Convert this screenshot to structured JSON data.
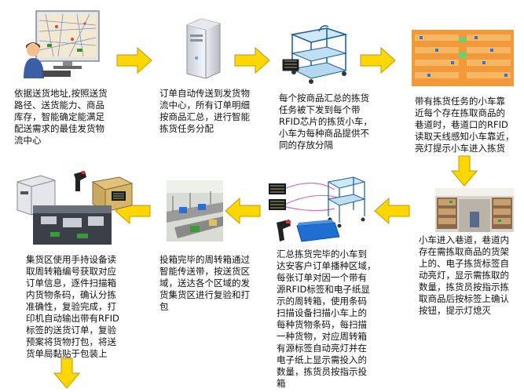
{
  "steps": [
    {
      "text": "依据送货地址,按照送货\n路径、送货能力、商品\n库存，智能确定能满足\n配送需求的最佳发货物\n流中心",
      "image": "clerk-map-icon"
    },
    {
      "text": "订单自动传送到发货物\n流中心，所有订单明细\n按商品汇总，进行智能\n拣货任务分配",
      "image": "server-icon"
    },
    {
      "text": "每个按商品汇总的拣货\n任务被下发到每个带\nRFID芯片的拣货小车，\n小车为每种商品提供不\n同的存放分隔",
      "image": "picking-cart-icon"
    },
    {
      "text": "带有拣货任务的小车靠\n近每个存在拣取商品的\n巷道时，巷道口的RFID\n读取天线感知小车靠近，\n亮灯提示小车进入拣货",
      "image": "warehouse-aisle-rfid-icon"
    },
    {
      "text": "小车进入巷道，巷道内\n存在需拣取商品的货架\n上的、电子拣货标签自\n动亮灯，显示需拣取的\n数量，拣货员按指示拣\n取商品后按标签上确认\n按钮，提示灯熄灭",
      "image": "warehouse-shelves-icon"
    },
    {
      "text": "汇总拣货完毕的小车到\n达安客户订单播种区域，\n每张订单对因一个带有\n源RFID标签和电子纸显\n示的周转箱，使用条码\n扫描设备扫描小车上的\n每种货物条码，每扫描\n一种货物，对应周转箱\n有源标签自动亮灯并在\n电子纸上显示需投入的\n数量，拣货员按指示投\n箱",
      "image": "sorting-rfid-icon"
    },
    {
      "text": "投箱完毕的周转箱通过\n智能传送带，按送货区\n域，送达各个区域的发\n货集货区进行复验和打\n包",
      "image": "conveyor-icon"
    },
    {
      "text": "集货区使用手持设备读\n取周转箱编号获取对应\n订单信息，逐件扫描箱\n内货物条码，确认分拣\n准确性，复验完成，打\n印机自动输出带有RFID\n标签的送货订单，复验\n预案将货物打包，将送\n货单局黏贴于包装上",
      "image": "packing-printer-icon"
    }
  ],
  "colors": {
    "arrow": "#ffd700",
    "arrow_edge": "#c09a00"
  }
}
